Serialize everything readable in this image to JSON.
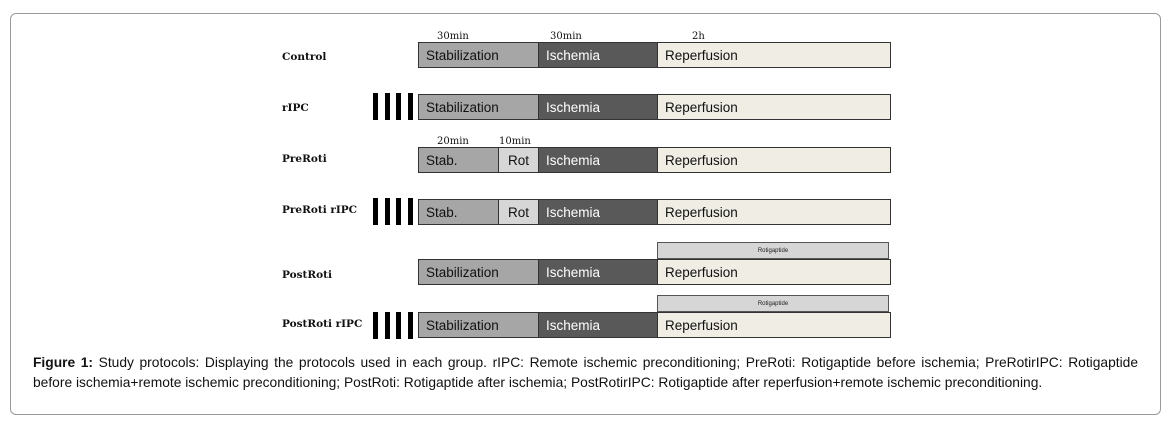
{
  "rows": [
    {
      "label": "Control",
      "durations": [
        "30min",
        "30min",
        "2h"
      ],
      "segments": [
        "Stabilization",
        "Ischemia",
        "Reperfusion"
      ]
    },
    {
      "label": "rIPC",
      "segments": [
        "Stabilization",
        "Ischemia",
        "Reperfusion"
      ]
    },
    {
      "label": "PreRoti",
      "durations": [
        "20min",
        "10min"
      ],
      "segments": [
        "Stab.",
        "Rot",
        "Ischemia",
        "Reperfusion"
      ]
    },
    {
      "label": "PreRoti rIPC",
      "segments": [
        "Stab.",
        "Rot",
        "Ischemia",
        "Reperfusion"
      ]
    },
    {
      "label": "PostRoti",
      "overlay": "Rotigaptide",
      "segments": [
        "Stabilization",
        "Ischemia",
        "Reperfusion"
      ]
    },
    {
      "label": "PostRoti rIPC",
      "overlay": "Rotigaptide",
      "segments": [
        "Stabilization",
        "Ischemia",
        "Reperfusion"
      ]
    }
  ],
  "caption": {
    "label": "Figure 1:",
    "text": " Study protocols: Displaying the protocols used in each group. rIPC: Remote ischemic preconditioning; PreRoti: Rotigaptide before ischemia; PreRotirIPC: Rotigaptide before ischemia+remote ischemic preconditioning; PostRoti: Rotigaptide after ischemia; PostRotirIPC: Rotigaptide after reperfusion+remote ischemic preconditioning."
  },
  "colors": {
    "stabilization": "#a6a6a6",
    "rotigaptide": "#d6d6d6",
    "ischemia": "#595959",
    "reperfusion": "#efede4",
    "rIPC_marker": "#000000"
  }
}
